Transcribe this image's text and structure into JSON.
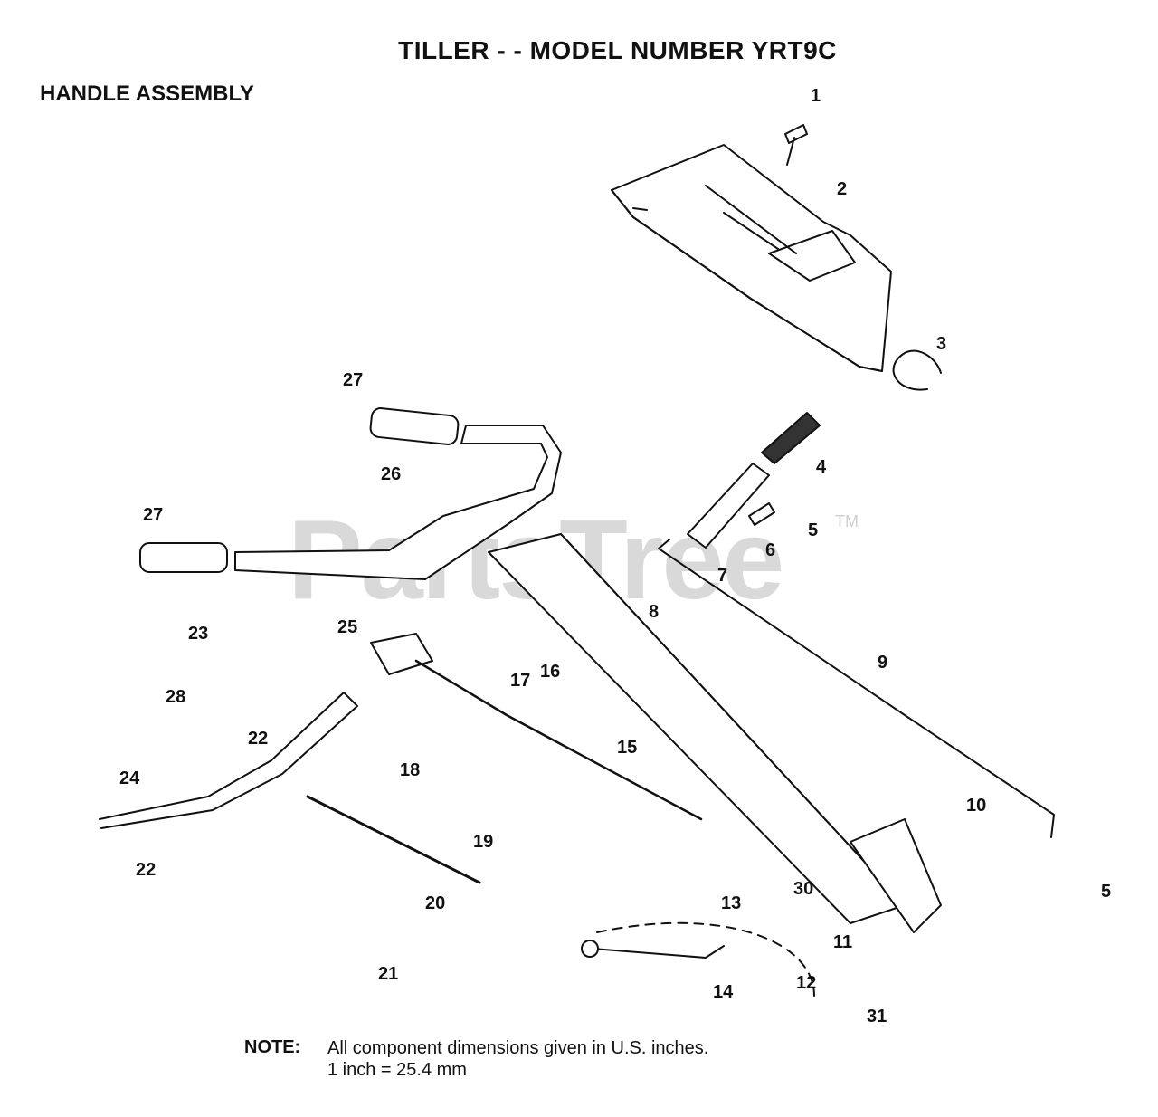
{
  "header": {
    "title": "TILLER - - MODEL NUMBER YRT9C",
    "subtitle": "HANDLE ASSEMBLY"
  },
  "watermark": {
    "text": "PartsTree",
    "tm": "TM"
  },
  "callouts": [
    "1",
    "2",
    "3",
    "4",
    "5",
    "5",
    "6",
    "7",
    "8",
    "9",
    "10",
    "11",
    "12",
    "13",
    "14",
    "15",
    "16",
    "17",
    "18",
    "19",
    "20",
    "21",
    "22",
    "22",
    "23",
    "24",
    "25",
    "26",
    "27",
    "27",
    "28",
    "30",
    "31"
  ],
  "note": {
    "label": "NOTE:",
    "line1": "All component dimensions given in U.S. inches.",
    "line2": "1 inch = 25.4 mm"
  }
}
